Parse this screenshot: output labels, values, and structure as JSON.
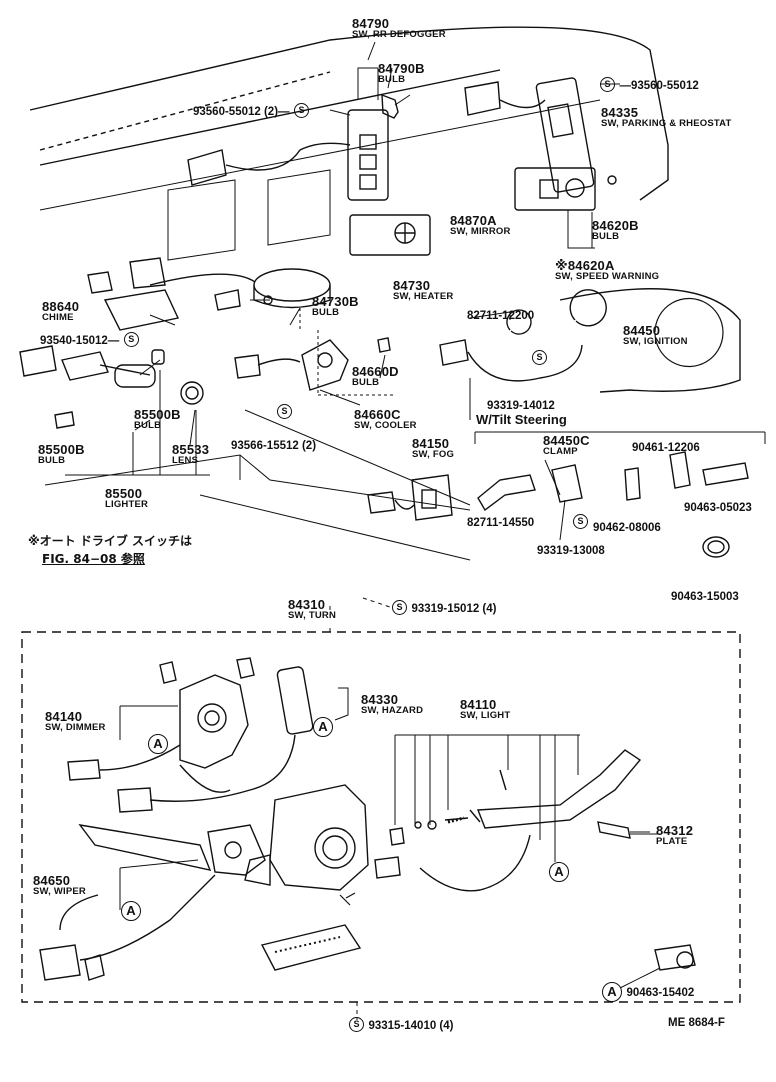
{
  "labels": {
    "p84790": {
      "num": "84790",
      "desc": "SW, RR DEFOGGER"
    },
    "p84790b": {
      "num": "84790B",
      "desc": "BULB"
    },
    "p93560_left": {
      "num": "93560-55012 (2)—",
      "mark": "S"
    },
    "p93560_right": {
      "mark": "S",
      "num": "—93560-55012"
    },
    "p84335": {
      "num": "84335",
      "desc": "SW, PARKING & RHEOSTAT"
    },
    "p84870a": {
      "num": "84870A",
      "desc": "SW, MIRROR"
    },
    "p84620b": {
      "num": "84620B",
      "desc": "BULB"
    },
    "p84620a": {
      "num": "※84620A",
      "desc": "SW, SPEED WARNING"
    },
    "p88640": {
      "num": "88640",
      "desc": "CHIME"
    },
    "p84730": {
      "num": "84730",
      "desc": "SW, HEATER"
    },
    "p84730b": {
      "num": "84730B",
      "desc": "BULB"
    },
    "p93540": {
      "num": "93540-15012—",
      "mark": "S"
    },
    "p82711_12200": {
      "num": "82711-12200"
    },
    "p84450": {
      "num": "84450",
      "desc": "SW, IGNITION"
    },
    "p84660d": {
      "num": "84660D",
      "desc": "BULB"
    },
    "p93319_14012": {
      "mark": "S",
      "num": "93319-14012"
    },
    "tilt": {
      "text": "W/Tilt Steering"
    },
    "p85500b_a": {
      "num": "85500B",
      "desc": "BULB"
    },
    "p85500b_b": {
      "num": "85500B",
      "desc": "BULB"
    },
    "p85533": {
      "num": "85533",
      "desc": "LENS"
    },
    "p84660c": {
      "num": "84660C",
      "desc": "SW, COOLER"
    },
    "p93566": {
      "mark": "S",
      "num": "93566-15512 (2)"
    },
    "p84150": {
      "num": "84150",
      "desc": "SW, FOG"
    },
    "p84450c": {
      "num": "84450C",
      "desc": "CLAMP"
    },
    "p90461": {
      "num": "90461-12206"
    },
    "p85500": {
      "num": "85500",
      "desc": "LIGHTER"
    },
    "p82711_14550": {
      "num": "82711-14550"
    },
    "p90462": {
      "num": "90462-08006"
    },
    "p90463_05023": {
      "num": "90463-05023"
    },
    "p93319_13008": {
      "mark": "S",
      "num": "93319-13008"
    },
    "p90463_15003": {
      "num": "90463-15003"
    },
    "note_line1": "※オート ドライブ スイッチは",
    "note_line2": "FIG. 84−08 参照",
    "p84310": {
      "num": "84310",
      "desc": "SW, TURN"
    },
    "p93319_15012": {
      "mark": "S",
      "num": "93319-15012 (4)"
    },
    "p84140": {
      "num": "84140",
      "desc": "SW, DIMMER"
    },
    "p84330": {
      "num": "84330",
      "desc": "SW, HAZARD"
    },
    "p84110": {
      "num": "84110",
      "desc": "SW, LIGHT"
    },
    "p84312": {
      "num": "84312",
      "desc": "PLATE"
    },
    "p84650": {
      "num": "84650",
      "desc": "SW, WIPER"
    },
    "p90463_15402": {
      "mark": "A",
      "num": "90463-15402"
    },
    "p93315": {
      "mark": "S",
      "num": "93315-14010 (4)"
    },
    "figure_code": "ME 8684-F"
  },
  "callout_marks": {
    "a": "A",
    "s": "S"
  }
}
